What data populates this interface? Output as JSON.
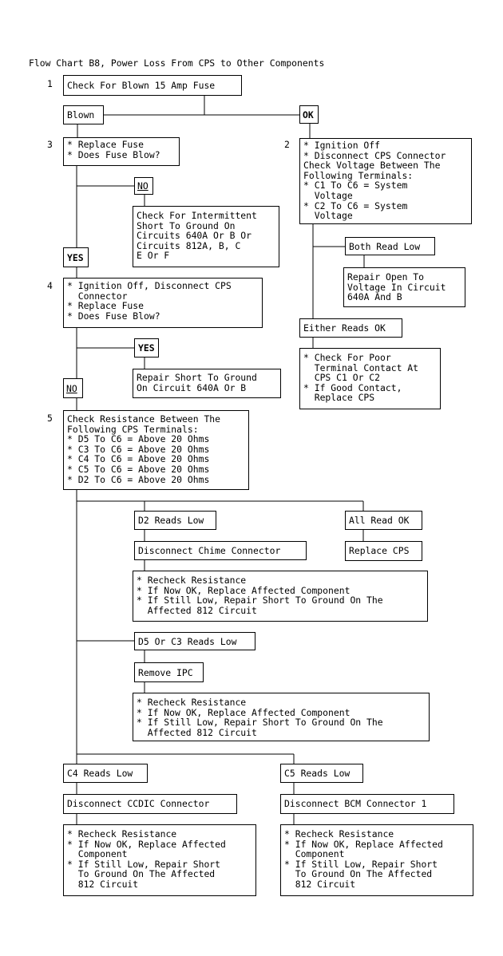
{
  "title": "Flow Chart B8, Power Loss From CPS to Other Components",
  "steps": {
    "s1": "1",
    "s2": "2",
    "s3": "3",
    "s4": "4",
    "s5": "5"
  },
  "boxes": {
    "check_fuse": "Check For Blown 15 Amp Fuse",
    "blown": "Blown",
    "ok": "OK",
    "replace_fuse": "* Replace Fuse\n* Does Fuse Blow?",
    "no1": "NO",
    "check_intermittent": "Check For Intermittent\nShort To Ground On\nCircuits 640A Or B Or\nCircuits 812A, B, C\nE Or F",
    "yes1": "YES",
    "step2": "* Ignition Off\n* Disconnect CPS Connector\nCheck Voltage Between The\nFollowing Terminals:\n* C1 To C6 = System\n  Voltage\n* C2 To C6 = System\n  Voltage",
    "both_read_low": "Both Read Low",
    "repair_open": "Repair Open To\nVoltage In Circuit\n640A And B",
    "either_reads_ok": "Either Reads OK",
    "check_poor_contact": "* Check For Poor\n  Terminal Contact At\n  CPS C1 Or C2\n* If Good Contact,\n  Replace CPS",
    "step4": "* Ignition Off, Disconnect CPS\n  Connector\n* Replace Fuse\n* Does Fuse Blow?",
    "yes2": "YES",
    "repair_short": "Repair Short To Ground\nOn Circuit 640A Or B",
    "no2": "NO",
    "step5": "Check Resistance Between The\nFollowing CPS Terminals:\n* D5 To C6 = Above 20 Ohms\n* C3 To C6 = Above 20 Ohms\n* C4 To C6 = Above 20 Ohms\n* C5 To C6 = Above 20 Ohms\n* D2 To C6 = Above 20 Ohms",
    "d2_low": "D2 Reads Low",
    "all_ok": "All Read OK",
    "disc_chime": "Disconnect Chime Connector",
    "replace_cps": "Replace CPS",
    "recheck1": "* Recheck Resistance\n* If Now OK, Replace Affected Component\n* If Still Low, Repair Short To Ground On The\n  Affected 812 Circuit",
    "d5_c3_low": "D5 Or C3 Reads Low",
    "remove_ipc": "Remove IPC",
    "recheck2": "* Recheck Resistance\n* If Now OK, Replace Affected Component\n* If Still Low, Repair Short To Ground On The\n  Affected 812 Circuit",
    "c4_low": "C4 Reads Low",
    "c5_low": "C5 Reads Low",
    "disc_ccdic": "Disconnect CCDIC Connector",
    "disc_bcm": "Disconnect BCM Connector 1",
    "recheck3": "* Recheck Resistance\n* If Now OK, Replace Affected\n  Component\n* If Still Low, Repair Short\n  To Ground On The Affected\n  812 Circuit",
    "recheck4": "* Recheck Resistance\n* If Now OK, Replace Affected\n  Component\n* If Still Low, Repair Short\n  To Ground On The Affected\n  812 Circuit"
  }
}
